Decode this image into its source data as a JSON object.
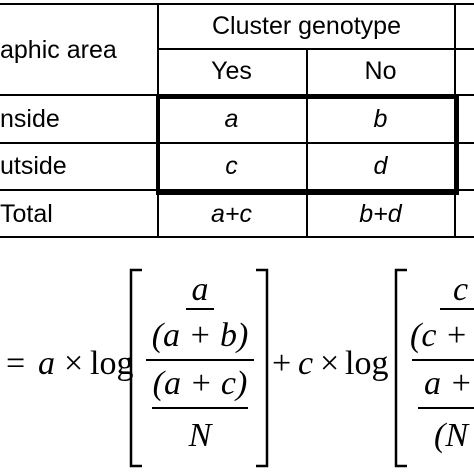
{
  "table": {
    "header_area": "aphic area",
    "header_cluster": "Cluster genotype",
    "col_yes": "Yes",
    "col_no": "No",
    "rows": [
      {
        "label": "nside",
        "yes": "a",
        "no": "b"
      },
      {
        "label": "utside",
        "yes": "c",
        "no": "d"
      }
    ],
    "total": {
      "label": "Total",
      "yes": "a+c",
      "no": "b+d"
    }
  },
  "formula": {
    "equals": "=",
    "term1_coef": "a",
    "times": "×",
    "log": "log",
    "plus": "+",
    "term2_coef": "c",
    "frac1_num_a": "a",
    "frac1_num_den": "(a + b)",
    "frac1_den_num": "(a + c)",
    "frac1_den_den": "N",
    "frac2_num_a": "c",
    "frac2_num_den": "(c +",
    "frac2_den_num": "a +",
    "frac2_den_den": "(N"
  }
}
